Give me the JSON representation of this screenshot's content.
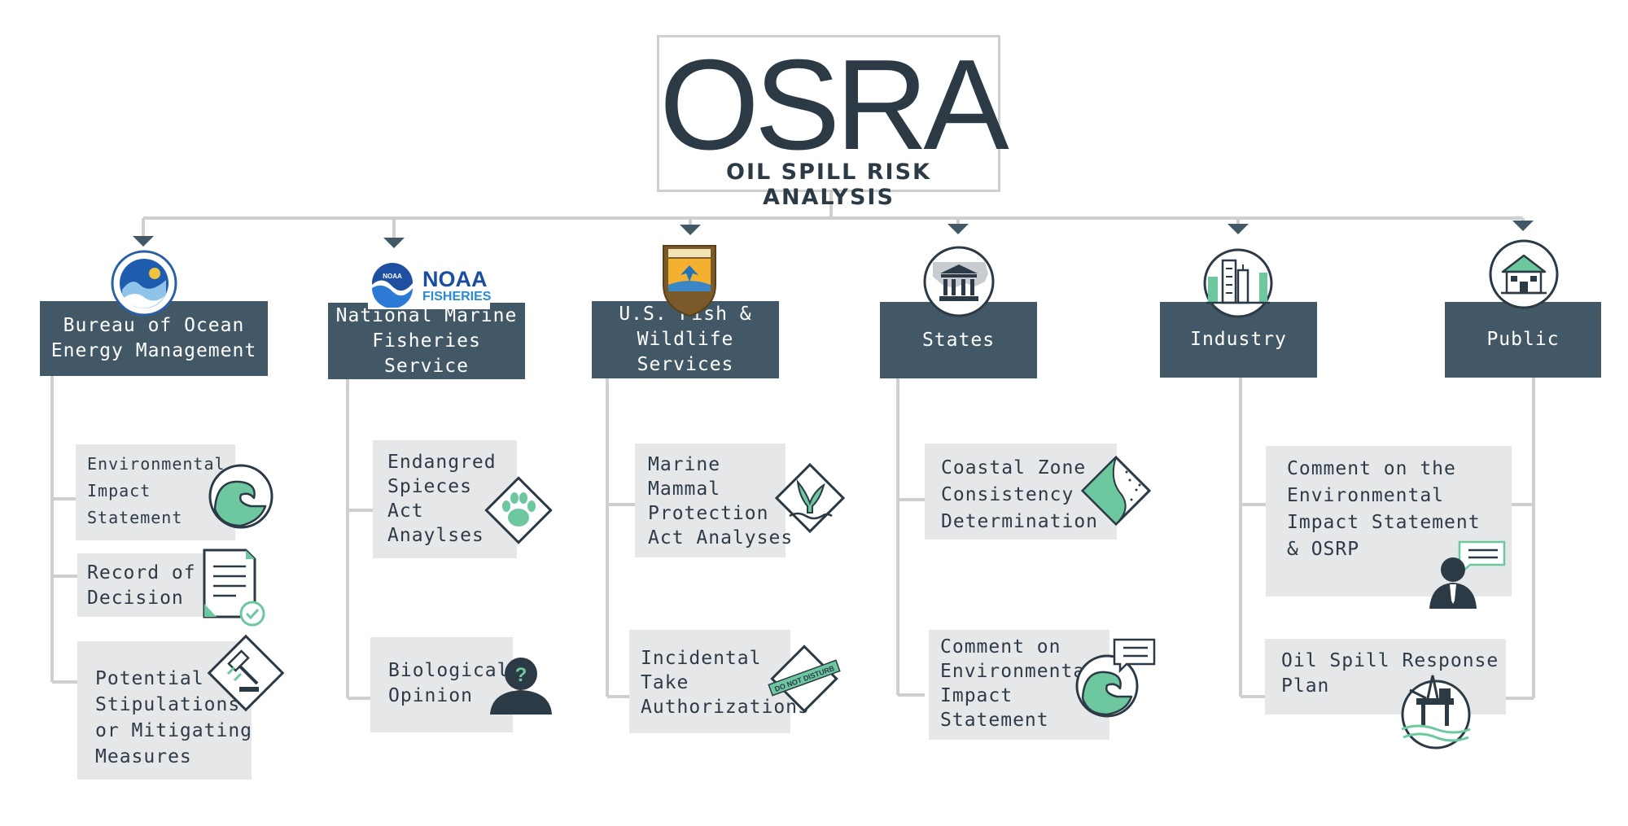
{
  "title": {
    "main": "OSRA",
    "subtitle": "OIL SPILL RISK ANALYSIS"
  },
  "colors": {
    "header_bg": "#435866",
    "card_bg": "#e6e7e8",
    "connector": "#cfcfcf",
    "accent_green": "#6dc8a0",
    "dark": "#2c3a46"
  },
  "columns": [
    {
      "header": [
        "Bureau of Ocean",
        "Energy Management"
      ],
      "logo": "boem-seal-icon",
      "items": [
        {
          "lines": [
            "Environmental",
            "Impact",
            "Statement"
          ],
          "icon": "wave-icon"
        },
        {
          "lines": [
            "Record of",
            "Decision"
          ],
          "icon": "document-check-icon"
        },
        {
          "lines": [
            "Potential",
            "Stipulations",
            "or Mitigating",
            "Measures"
          ],
          "icon": "gavel-icon"
        }
      ]
    },
    {
      "header": [
        "National Marine",
        "Fisheries Service"
      ],
      "logo": "noaa-fisheries-logo",
      "logo_text": {
        "noaa": "NOAA",
        "fisheries": "FISHERIES",
        "badge": "NOAA"
      },
      "items": [
        {
          "lines": [
            "Endangred",
            "Spieces",
            "Act",
            "Anaylses"
          ],
          "icon": "paw-print-icon"
        },
        {
          "lines": [
            "Biological",
            "Opinion"
          ],
          "icon": "person-question-icon"
        }
      ]
    },
    {
      "header": [
        "U.S. Fish &",
        "Wildlife Services"
      ],
      "logo": "usfws-shield-icon",
      "items": [
        {
          "lines": [
            "Marine",
            "Mammal",
            "Protection",
            "Act Analyses"
          ],
          "icon": "whale-tail-icon"
        },
        {
          "lines": [
            "Incidental",
            "Take",
            "Authorizations"
          ],
          "icon": "do-not-disturb-tape-icon",
          "tape_text": "DO NOT DISTURB"
        }
      ]
    },
    {
      "header": [
        "States"
      ],
      "logo": "capitol-building-icon",
      "items": [
        {
          "lines": [
            "Coastal Zone",
            "Consistency",
            "Determination"
          ],
          "icon": "coastline-icon"
        },
        {
          "lines": [
            "Comment on",
            "Environmental",
            "Impact",
            "Statement"
          ],
          "icon": "wave-comment-icon"
        }
      ]
    },
    {
      "header": [
        "Industry"
      ],
      "logo": "city-skyline-icon",
      "items": [
        {
          "lines": [
            "Comment on the",
            "Environmental",
            "Impact Statement",
            "& OSRP"
          ],
          "icon": "person-comment-icon"
        },
        {
          "lines": [
            "Oil Spill Response",
            "Plan"
          ],
          "icon": "oil-rig-icon"
        }
      ]
    },
    {
      "header": [
        "Public"
      ],
      "logo": "house-icon",
      "items": []
    }
  ]
}
